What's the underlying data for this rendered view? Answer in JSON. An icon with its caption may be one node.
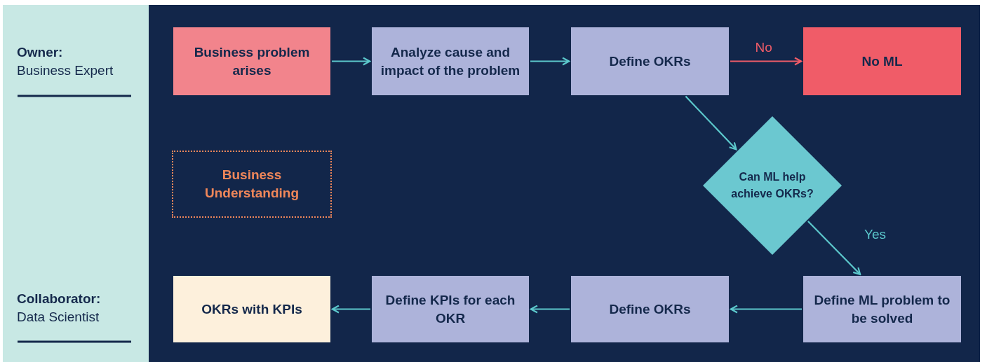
{
  "diagram": {
    "nodes": [
      {
        "text": [
          "Business problem arises"
        ]
      },
      {
        "text": [
          "Analyze cause and impact of the problem"
        ]
      },
      {
        "text": [
          "Define OKRs"
        ]
      },
      {
        "text": [
          "No ML"
        ]
      },
      {
        "text": [
          "Business Understanding"
        ]
      },
      {
        "text": [
          "Can ML help achieve OKRs?"
        ]
      },
      {
        "text": [
          "Define ML problem to be solved"
        ]
      },
      {
        "text": [
          "Define OKRs"
        ]
      },
      {
        "text": [
          "Define KPIs for each OKR"
        ]
      },
      {
        "text": [
          "OKRs with KPIs"
        ]
      }
    ],
    "edges": [
      {
        "from": 0,
        "to": 1,
        "arrow": "to"
      },
      {
        "from": 1,
        "to": 2,
        "arrow": "to"
      },
      {
        "from": 2,
        "to": 3,
        "arrow": "to",
        "label": "No",
        "color": "#f05c68"
      },
      {
        "from": 2,
        "to": 5,
        "arrow": "to"
      },
      {
        "from": 5,
        "to": 6,
        "arrow": "to",
        "label": "Yes"
      },
      {
        "from": 6,
        "to": 7,
        "arrow": "to"
      },
      {
        "from": 7,
        "to": 8,
        "arrow": "to"
      },
      {
        "from": 8,
        "to": 9,
        "arrow": "to"
      }
    ],
    "labels": [
      "Owner:",
      "Business Expert",
      "Collaborator:",
      "Data Scientist"
    ]
  }
}
